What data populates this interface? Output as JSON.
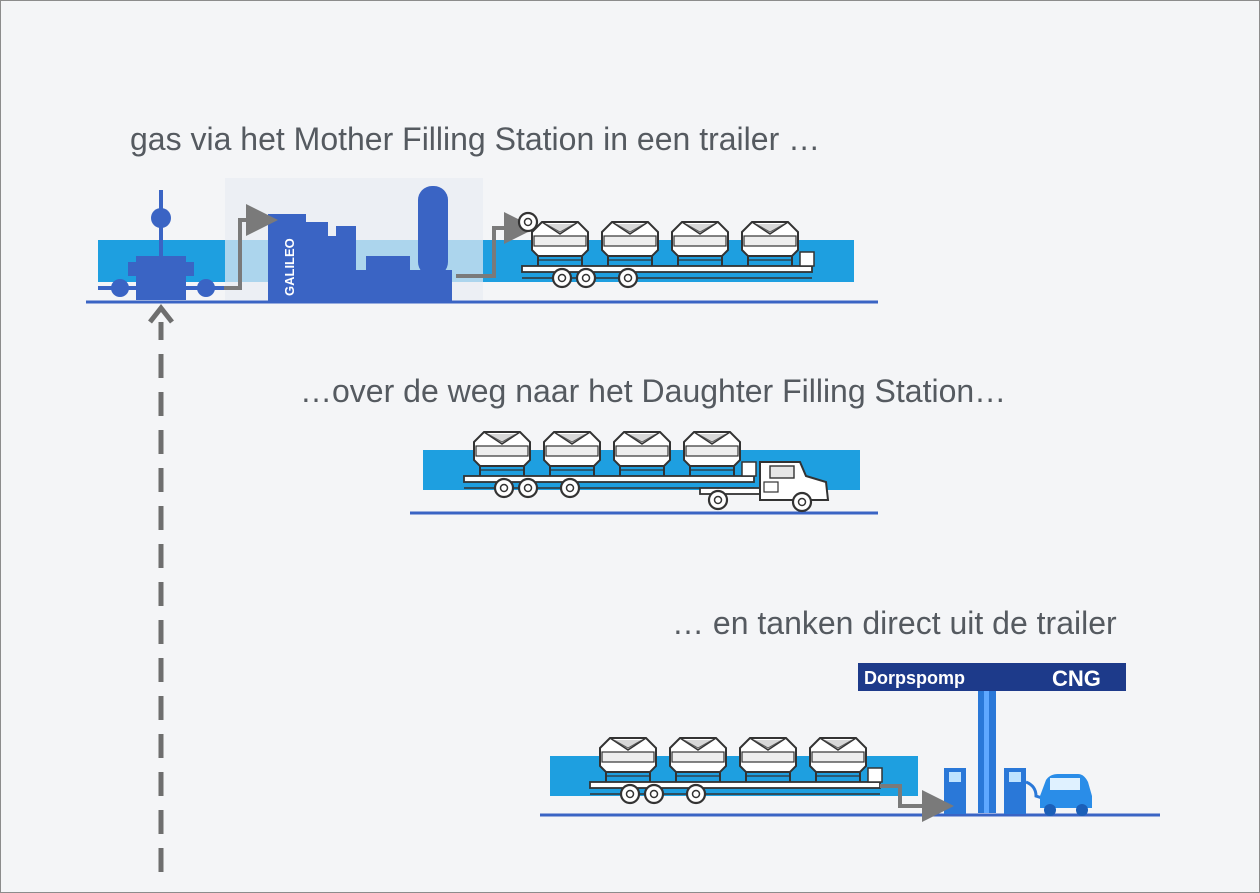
{
  "captions": {
    "step1": "gas via het Mother Filling Station in een trailer …",
    "step2": "…over de weg naar het Daughter Filling Station…",
    "step3": "… en tanken direct uit de trailer"
  },
  "station_sign": {
    "name": "Dorpspomp",
    "fuel": "CNG"
  },
  "compressor_brand": "GALILEO",
  "colors": {
    "band_blue": "#1e9fe0",
    "dark_blue": "#3a64c4",
    "sign_navy": "#1d3a8a",
    "arrow_gray": "#7a7a7a",
    "text_gray": "#555a60"
  }
}
